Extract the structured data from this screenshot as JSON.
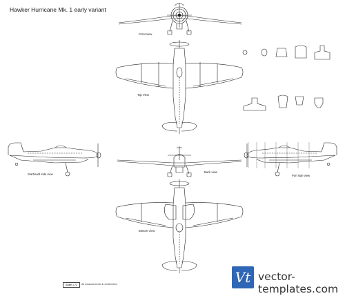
{
  "title": "Hawker Hurricane Mk. 1 early variant",
  "views": {
    "front": "Front view",
    "top": "Top View",
    "starboard": "Starboard side view",
    "back": "Back view",
    "port": "Port side view",
    "bottom": "Bottom View"
  },
  "footer": {
    "scale": "Scale 1:72",
    "note": "All measurements in centimeters"
  },
  "brand": {
    "logo": "Vt",
    "text": "vector-templates.com",
    "logo_color": "#2f66b5"
  }
}
